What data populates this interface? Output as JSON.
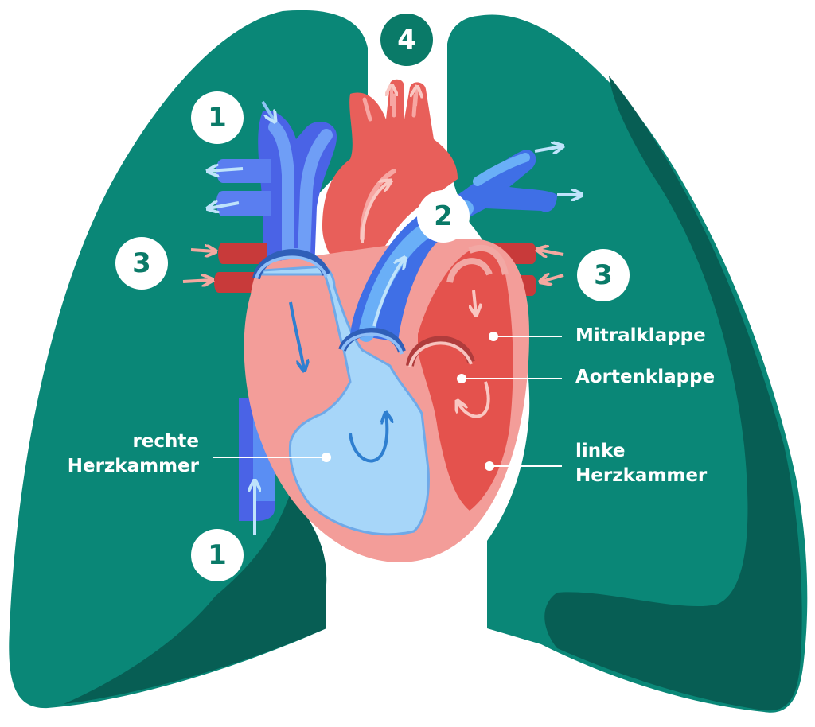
{
  "labels": {
    "mitral": "Mitralklappe",
    "aortic": "Aortenklappe",
    "right_ventricle_line1": "rechte",
    "right_ventricle_line2": "Herzkammer",
    "left_ventricle_line1": "linke",
    "left_ventricle_line2": "Herzkammer"
  },
  "badges": {
    "vena_cava_top": "1",
    "vena_cava_bottom": "1",
    "pulmonary_artery": "2",
    "pulmonary_veins_left": "3",
    "pulmonary_veins_right": "3",
    "aorta": "4"
  },
  "colors": {
    "lung": "#0a8777",
    "lung_shadow": "#075e54",
    "vein": "#4a7ef0",
    "vein_light": "#79b5f6",
    "artery": "#e85f5a",
    "heart_wall": "#f29c9a",
    "right_chamber": "#a6d4f8",
    "left_chamber": "#e4524d"
  }
}
